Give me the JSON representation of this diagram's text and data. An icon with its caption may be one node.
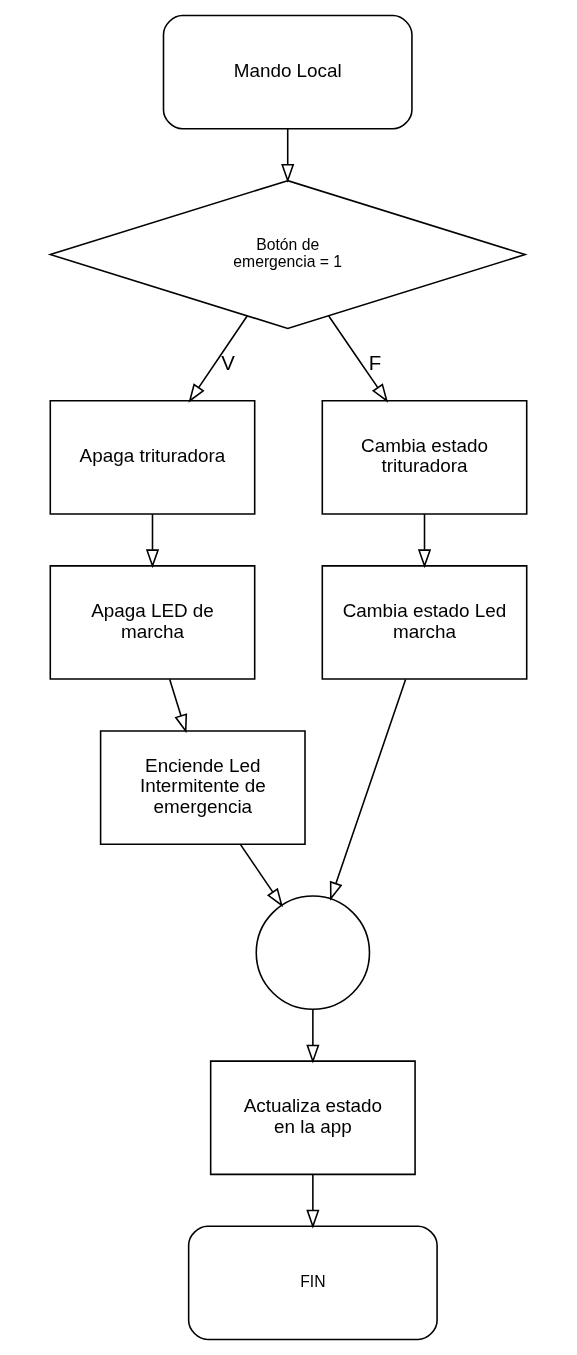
{
  "diagram": {
    "nodes": [
      {
        "text": [
          "Mando Local"
        ]
      },
      {
        "text": [
          "Botón de emergencia = 1"
        ]
      },
      {
        "text": [
          "Apaga trituradora"
        ]
      },
      {
        "text": [
          "Apaga LED de marcha"
        ]
      },
      {
        "text": [
          "Enciende Led Intermitente de emergencia"
        ]
      },
      {
        "text": [
          "Cambia estado trituradora"
        ]
      },
      {
        "text": [
          "Cambia estado Led marcha"
        ]
      },
      {
        "text": [],
        "shape": "circle"
      },
      {
        "text": [
          "Actualiza estado en la app"
        ]
      },
      {
        "text": [
          "FIN"
        ]
      }
    ],
    "edges": [
      {
        "from": 0,
        "to": 1,
        "arrow": "to"
      },
      {
        "from": 1,
        "to": 2,
        "arrow": "to",
        "label": "V"
      },
      {
        "from": 1,
        "to": 5,
        "arrow": "to",
        "label": "F"
      },
      {
        "from": 5,
        "to": 6,
        "arrow": "to"
      },
      {
        "from": 2,
        "to": 3,
        "arrow": "to"
      },
      {
        "from": 3,
        "to": 4,
        "arrow": "to"
      },
      {
        "from": 4,
        "to": 7,
        "arrow": "to"
      },
      {
        "from": 6,
        "to": 7,
        "arrow": "to"
      },
      {
        "from": 7,
        "to": 8,
        "arrow": "to"
      },
      {
        "from": 8,
        "to": 9,
        "arrow": "to"
      }
    ]
  }
}
